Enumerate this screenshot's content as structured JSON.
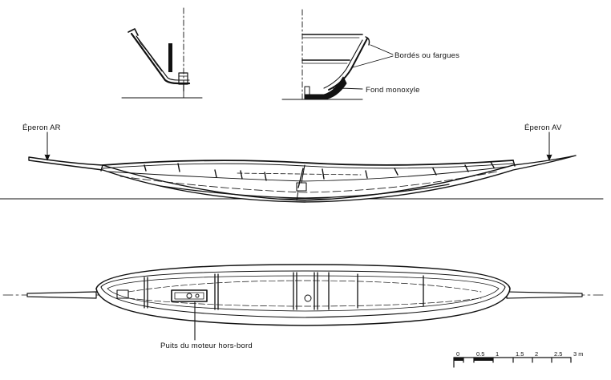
{
  "labels": {
    "borde": "Bordés ou fargues",
    "fond": "Fond monoxyle",
    "eperon_ar": "Éperon AR",
    "eperon_av": "Éperon AV",
    "puits": "Puits du moteur hors-bord"
  },
  "scale": {
    "ticks": [
      "0",
      "0.5",
      "1",
      "1.5",
      "2",
      "2.5",
      "3 m"
    ]
  },
  "colors": {
    "ink": "#111111",
    "paper": "#ffffff"
  }
}
